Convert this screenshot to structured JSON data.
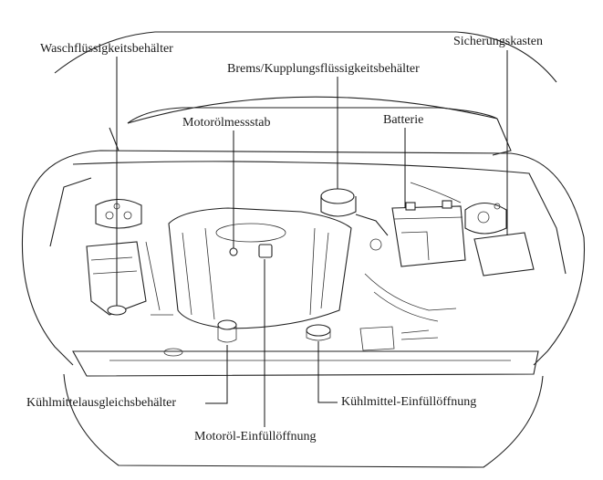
{
  "labels": {
    "washer_fluid_reservoir": "Waschflüssigkeitsbehälter",
    "fuse_box": "Sicherungskasten",
    "brake_clutch_fluid_reservoir": "Brems/Kupplungsflüssigkeitsbehälter",
    "engine_oil_dipstick": "Motorölmessstab",
    "battery": "Batterie",
    "coolant_expansion_tank": "Kühlmittelausgleichsbehälter",
    "coolant_filler_opening": "Kühlmittel-Einfüllöffnung",
    "engine_oil_filler_opening": "Motoröl-Einfüllöffnung"
  }
}
